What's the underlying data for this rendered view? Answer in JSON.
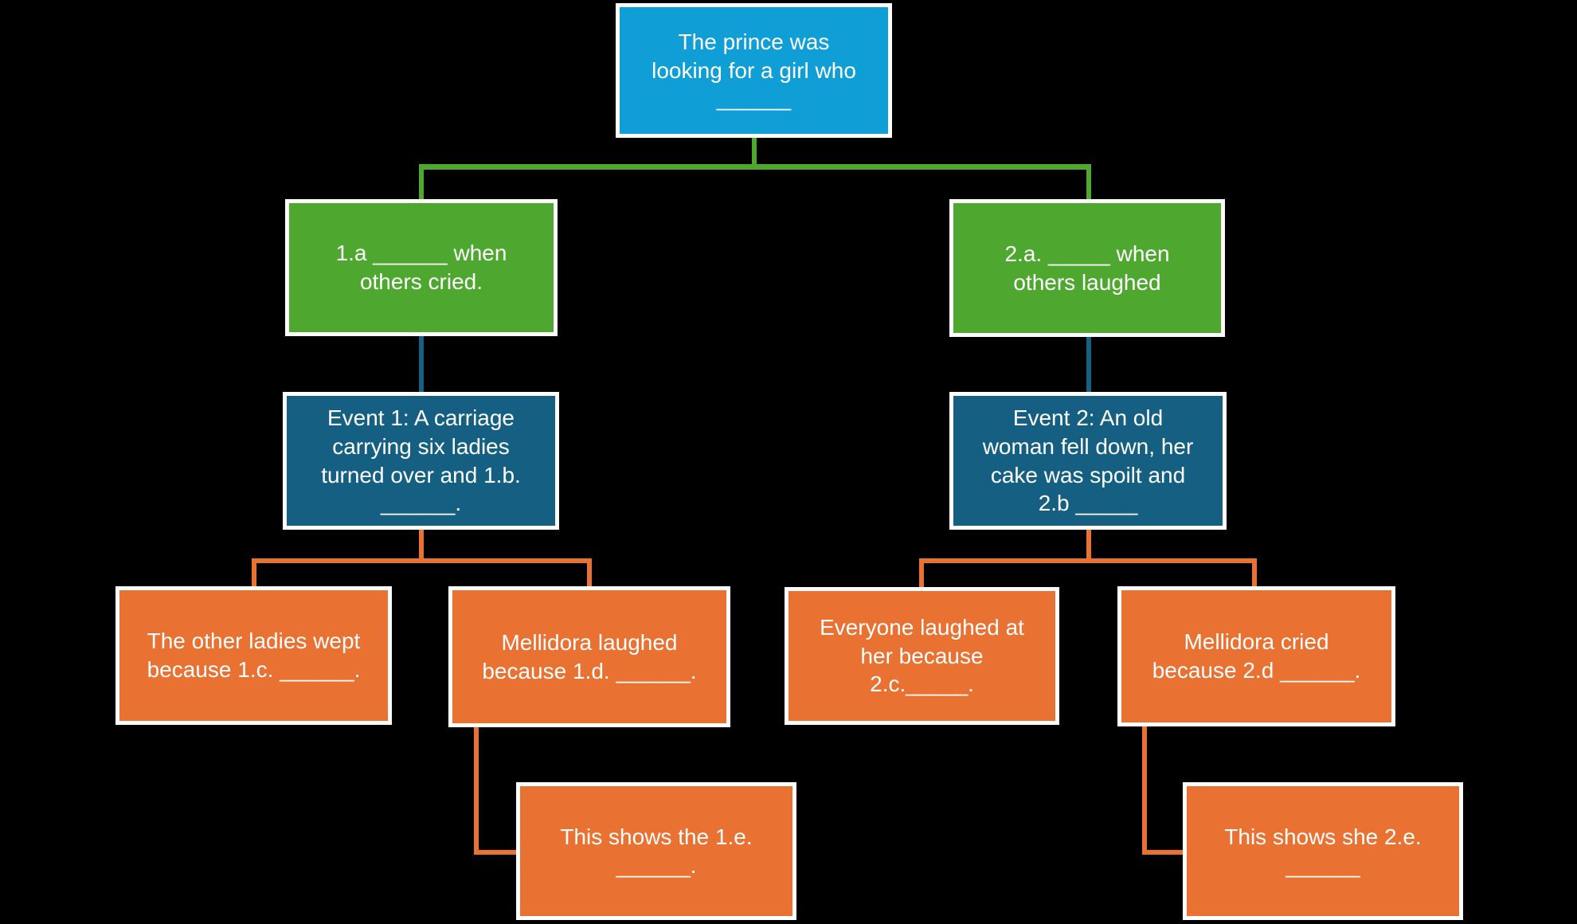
{
  "diagram": {
    "title": "Story comprehension tree diagram",
    "background_color": "#000000",
    "colors": {
      "root_blue": "#0F9ED5",
      "branch_green": "#4EA72E",
      "event_teal": "#156082",
      "reaction_orange": "#E97132",
      "box_border": "#FFFFFF",
      "text": "#FFFFFF"
    },
    "nodes": {
      "root": {
        "lines": [
          "The prince was",
          "looking for a girl who",
          "______"
        ]
      },
      "branch_1a": {
        "lines": [
          "1.a ______ when",
          "others cried."
        ]
      },
      "branch_2a": {
        "lines": [
          "2.a. _____ when",
          "others laughed"
        ]
      },
      "event_1": {
        "lines": [
          "Event 1: A carriage",
          "carrying six ladies",
          "turned over and 1.b.",
          "______."
        ]
      },
      "event_2": {
        "lines": [
          "Event 2: An old",
          "woman fell down, her",
          "cake was spoilt and",
          "2.b _____"
        ]
      },
      "reaction_1c": {
        "lines": [
          "The other ladies wept",
          "because 1.c. ______."
        ]
      },
      "reaction_1d": {
        "lines": [
          "Mellidora laughed",
          "because 1.d. ______."
        ]
      },
      "reaction_2c": {
        "lines": [
          "Everyone laughed at",
          "her because",
          "2.c._____."
        ]
      },
      "reaction_2d": {
        "lines": [
          "Mellidora cried",
          "because 2.d ______."
        ]
      },
      "conclusion_1e": {
        "lines": [
          "This shows the 1.e.",
          "______."
        ]
      },
      "conclusion_2e": {
        "lines": [
          "This shows she 2.e.",
          "______"
        ]
      }
    },
    "edges": [
      {
        "from": "root",
        "to": "branch_1a",
        "color": "#4EA72E"
      },
      {
        "from": "root",
        "to": "branch_2a",
        "color": "#4EA72E"
      },
      {
        "from": "branch_1a",
        "to": "event_1",
        "color": "#156082"
      },
      {
        "from": "branch_2a",
        "to": "event_2",
        "color": "#156082"
      },
      {
        "from": "event_1",
        "to": "reaction_1c",
        "color": "#E97132"
      },
      {
        "from": "event_1",
        "to": "reaction_1d",
        "color": "#E97132"
      },
      {
        "from": "event_2",
        "to": "reaction_2c",
        "color": "#E97132"
      },
      {
        "from": "event_2",
        "to": "reaction_2d",
        "color": "#E97132"
      },
      {
        "from": "reaction_1d",
        "to": "conclusion_1e",
        "color": "#E97132",
        "style": "elbow"
      },
      {
        "from": "reaction_2d",
        "to": "conclusion_2e",
        "color": "#E97132",
        "style": "elbow"
      }
    ]
  }
}
